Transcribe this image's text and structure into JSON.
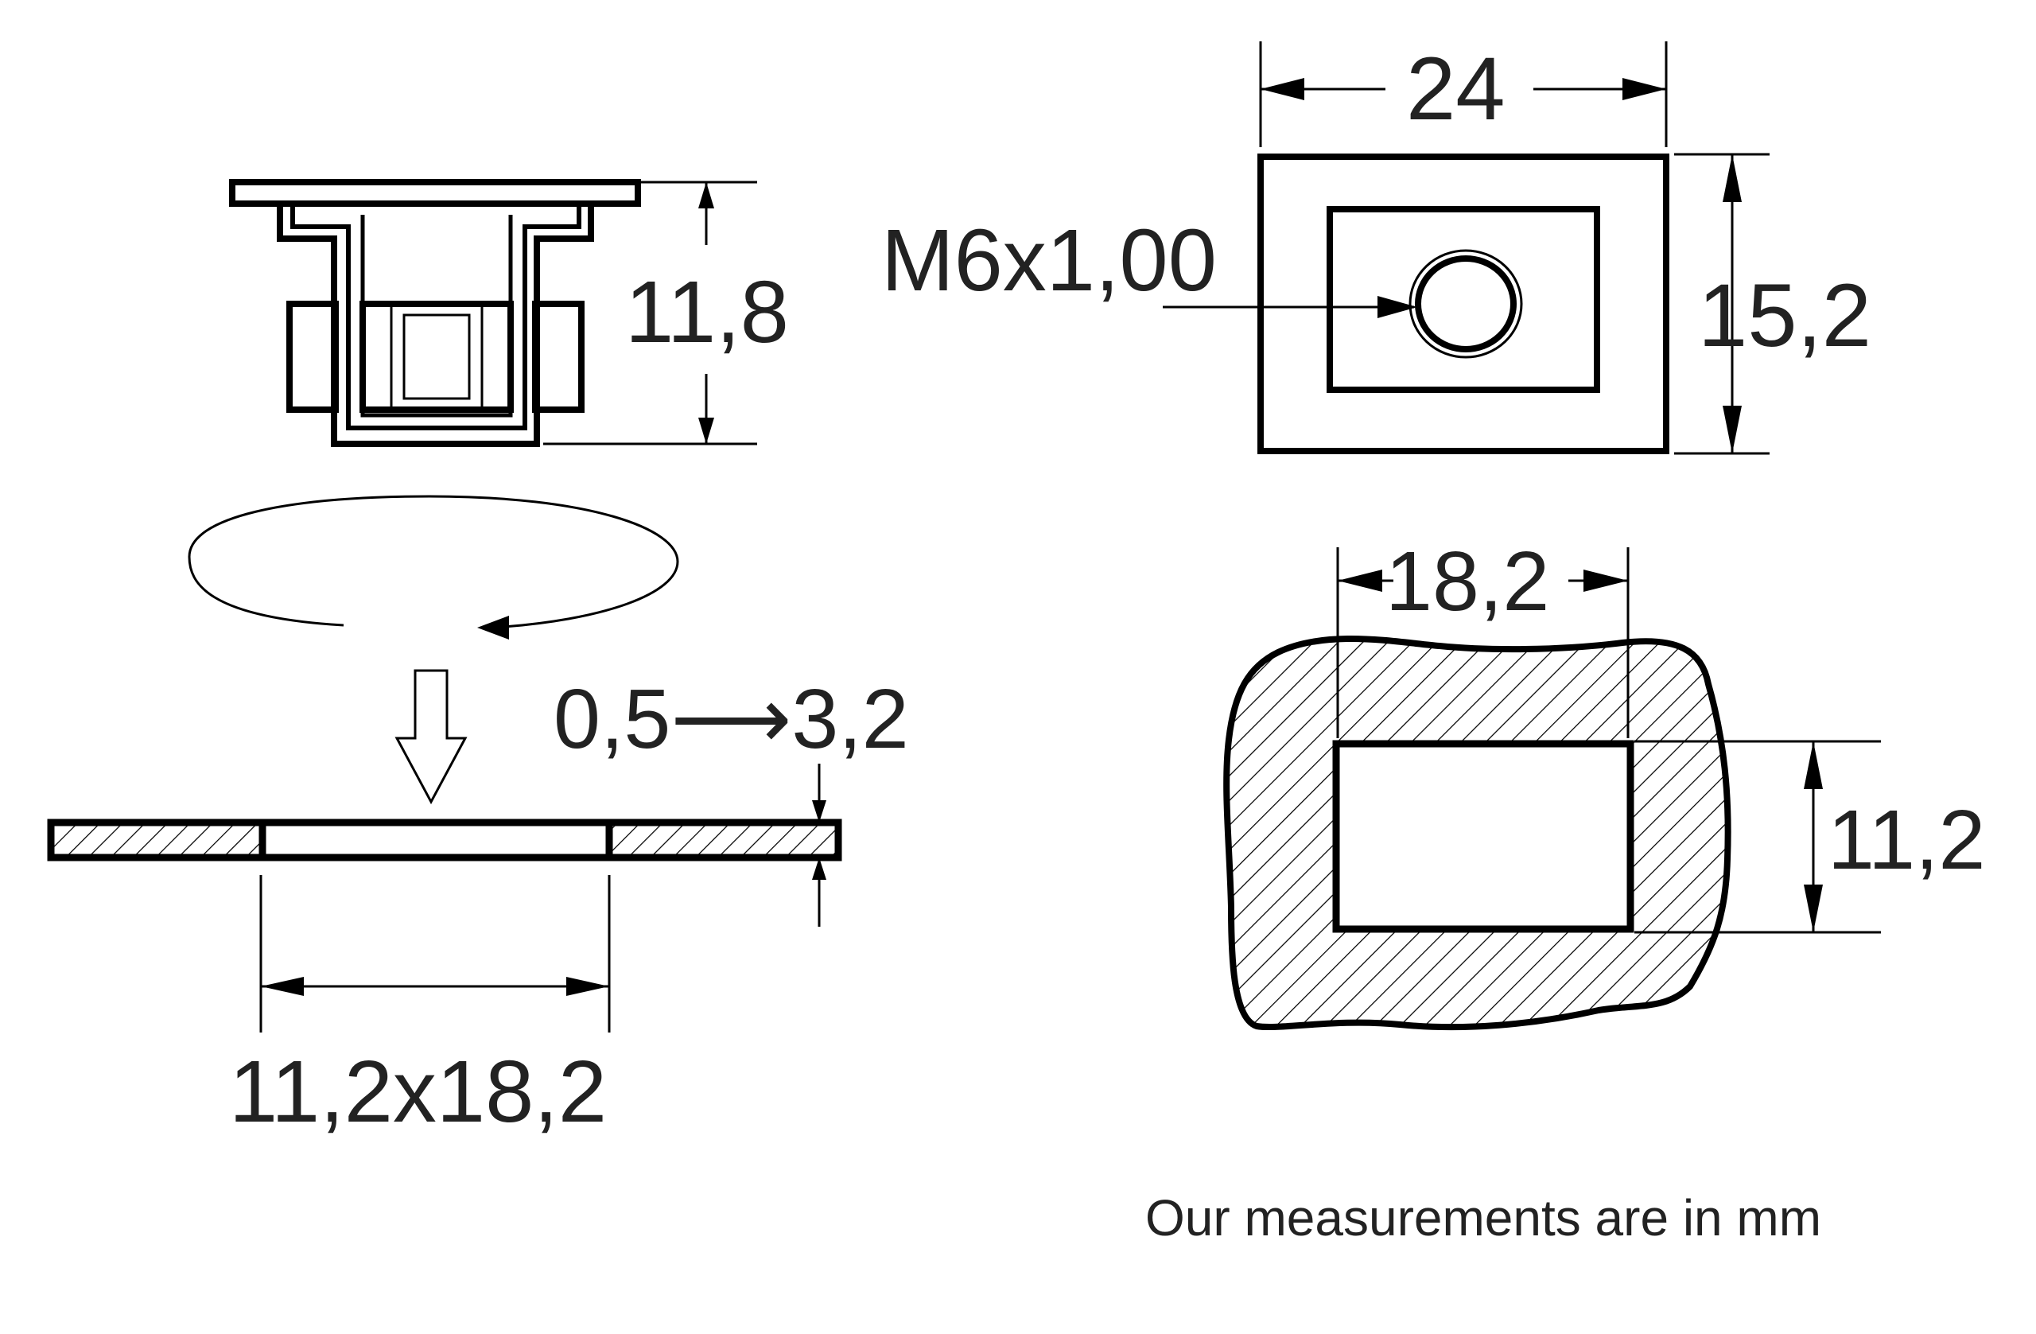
{
  "colors": {
    "ink": "#000000",
    "text": "#222222",
    "background": "#ffffff"
  },
  "clip_side_view": {
    "height_label": "11,8"
  },
  "rotation_hint": {
    "icon": "rotate-arrow-icon"
  },
  "insert_hint": {
    "icon": "down-arrow-icon"
  },
  "panel_section": {
    "thickness_label": "0,5⟶3,2",
    "hole_label": "11,2x18,2"
  },
  "nut_view": {
    "width_label": "24",
    "height_label": "15,2",
    "thread_label": "M6x1,00"
  },
  "panel_cutout": {
    "width_label": "18,2",
    "height_label": "11,2"
  },
  "footer": {
    "note": "Our measurements are in mm"
  }
}
